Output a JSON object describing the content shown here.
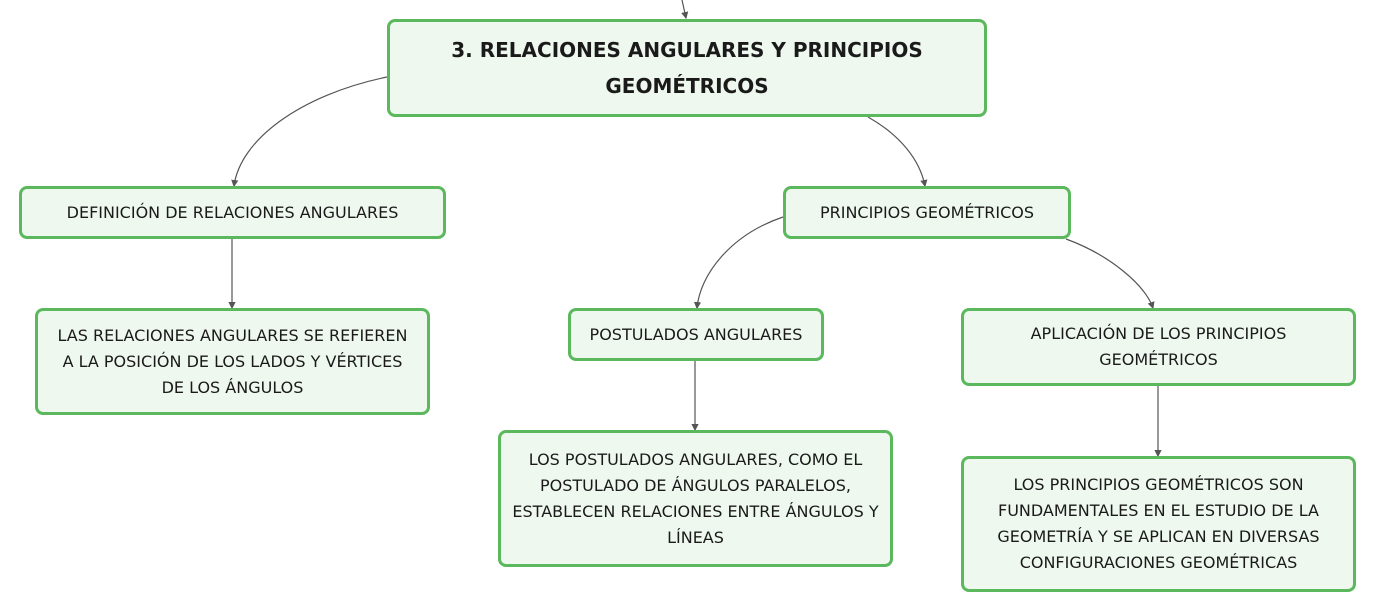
{
  "nodes": {
    "root": "3. RELACIONES ANGULARES Y PRINCIPIOS GEOMÉTRICOS",
    "definicion": "DEFINICIÓN DE RELACIONES ANGULARES",
    "definicion_detalle": "LAS RELACIONES ANGULARES SE REFIEREN A LA POSICIÓN DE LOS LADOS Y VÉRTICES DE LOS ÁNGULOS",
    "principios": "PRINCIPIOS GEOMÉTRICOS",
    "postulados": "POSTULADOS ANGULARES",
    "postulados_detalle": "LOS POSTULADOS ANGULARES, COMO EL POSTULADO DE ÁNGULOS PARALELOS, ESTABLECEN RELACIONES ENTRE ÁNGULOS Y LÍNEAS",
    "aplicacion": "APLICACIÓN DE LOS PRINCIPIOS GEOMÉTRICOS",
    "aplicacion_detalle": "LOS PRINCIPIOS GEOMÉTRICOS SON FUNDAMENTALES EN EL ESTUDIO DE LA GEOMETRÍA Y SE APLICAN EN DIVERSAS CONFIGURACIONES GEOMÉTRICAS"
  },
  "colors": {
    "node_border": "#5cb85c",
    "node_fill": "#eef8ee",
    "connector": "#555555"
  }
}
